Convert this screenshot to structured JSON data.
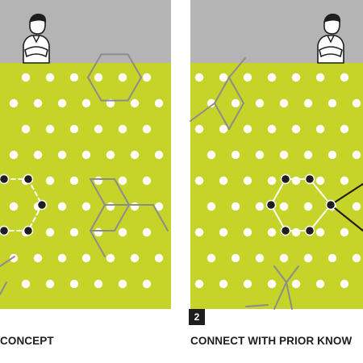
{
  "colors": {
    "panel_green": "#c6d42a",
    "header_gray": "#b4b4b4",
    "dot_white": "#ffffff",
    "dot_black": "#1e1e1e",
    "line_gray": "#8c8c8c",
    "line_black": "#1e1e1e"
  },
  "panels": [
    {
      "label": "CONCEPT",
      "badge": ""
    },
    {
      "label": "CONNECT WITH PRIOR KNOW",
      "badge": "2"
    }
  ],
  "icons": [
    "learner-icon",
    "learner-icon"
  ]
}
